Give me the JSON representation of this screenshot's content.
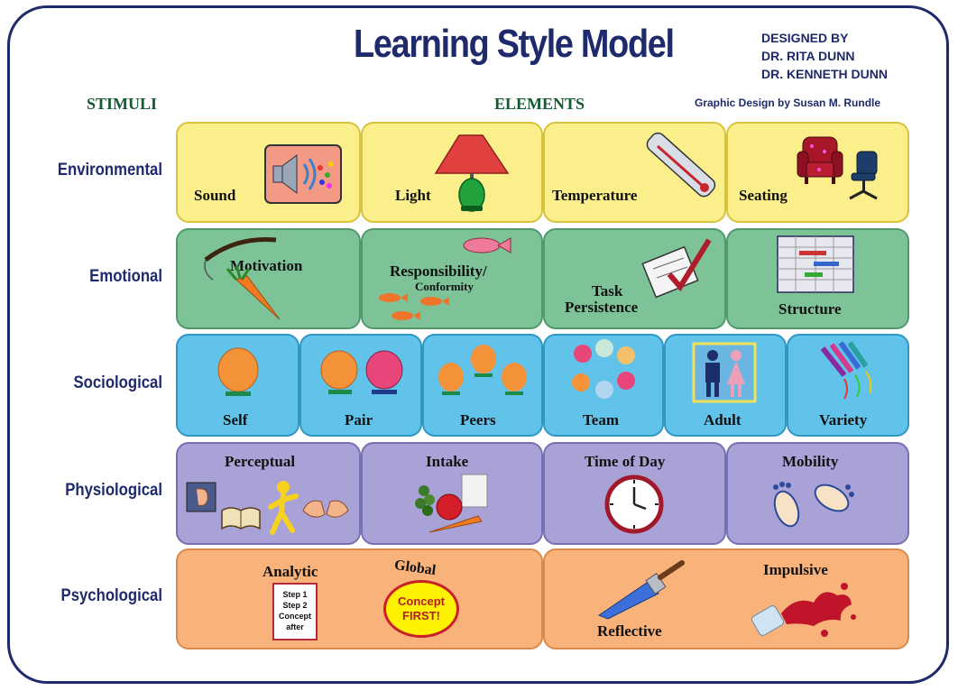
{
  "title": "Learning Style Model",
  "designed_by": [
    "DESIGNED BY",
    "DR. RITA DUNN",
    "DR. KENNETH DUNN"
  ],
  "credit": "Graphic Design by Susan M. Rundle",
  "headers": {
    "stimuli": "STIMULI",
    "elements": "ELEMENTS"
  },
  "rows": {
    "environmental": {
      "label": "Environmental",
      "elements": [
        "Sound",
        "Light",
        "Temperature",
        "Seating"
      ]
    },
    "emotional": {
      "label": "Emotional",
      "elements": [
        "Motivation",
        "Responsibility/",
        "Conformity",
        "Task",
        "Persistence",
        "Structure"
      ]
    },
    "sociological": {
      "label": "Sociological",
      "elements": [
        "Self",
        "Pair",
        "Peers",
        "Team",
        "Adult",
        "Variety"
      ]
    },
    "physiological": {
      "label": "Physiological",
      "elements": [
        "Perceptual",
        "Intake",
        "Time of Day",
        "Mobility"
      ]
    },
    "psychological": {
      "label": "Psychological",
      "elements": [
        "Analytic",
        "Global",
        "Reflective",
        "Impulsive"
      ]
    }
  },
  "analytic_card": [
    "Step 1",
    "Step 2",
    "Concept",
    "after"
  ],
  "global_badge": [
    "Concept",
    "FIRST!"
  ],
  "colors": {
    "environmental": "#fbef8c",
    "emotional": "#7ec398",
    "sociological": "#62c3ea",
    "physiological": "#a9a2d7",
    "psychological": "#f8b27a",
    "title": "#1e2a6b"
  },
  "icons": [
    "speaker-icon",
    "lamp-icon",
    "thermometer-icon",
    "armchair-icon",
    "office-chair-icon",
    "carrot-stick-icon",
    "fish-icon",
    "clipboard-check-icon",
    "chart-board-icon",
    "head-icon",
    "restroom-sign-icon",
    "crayons-icon",
    "ear-icon",
    "book-icon",
    "walking-person-icon",
    "hands-icon",
    "food-icon",
    "clock-icon",
    "footprints-icon",
    "brush-icon",
    "spilled-paint-icon"
  ]
}
